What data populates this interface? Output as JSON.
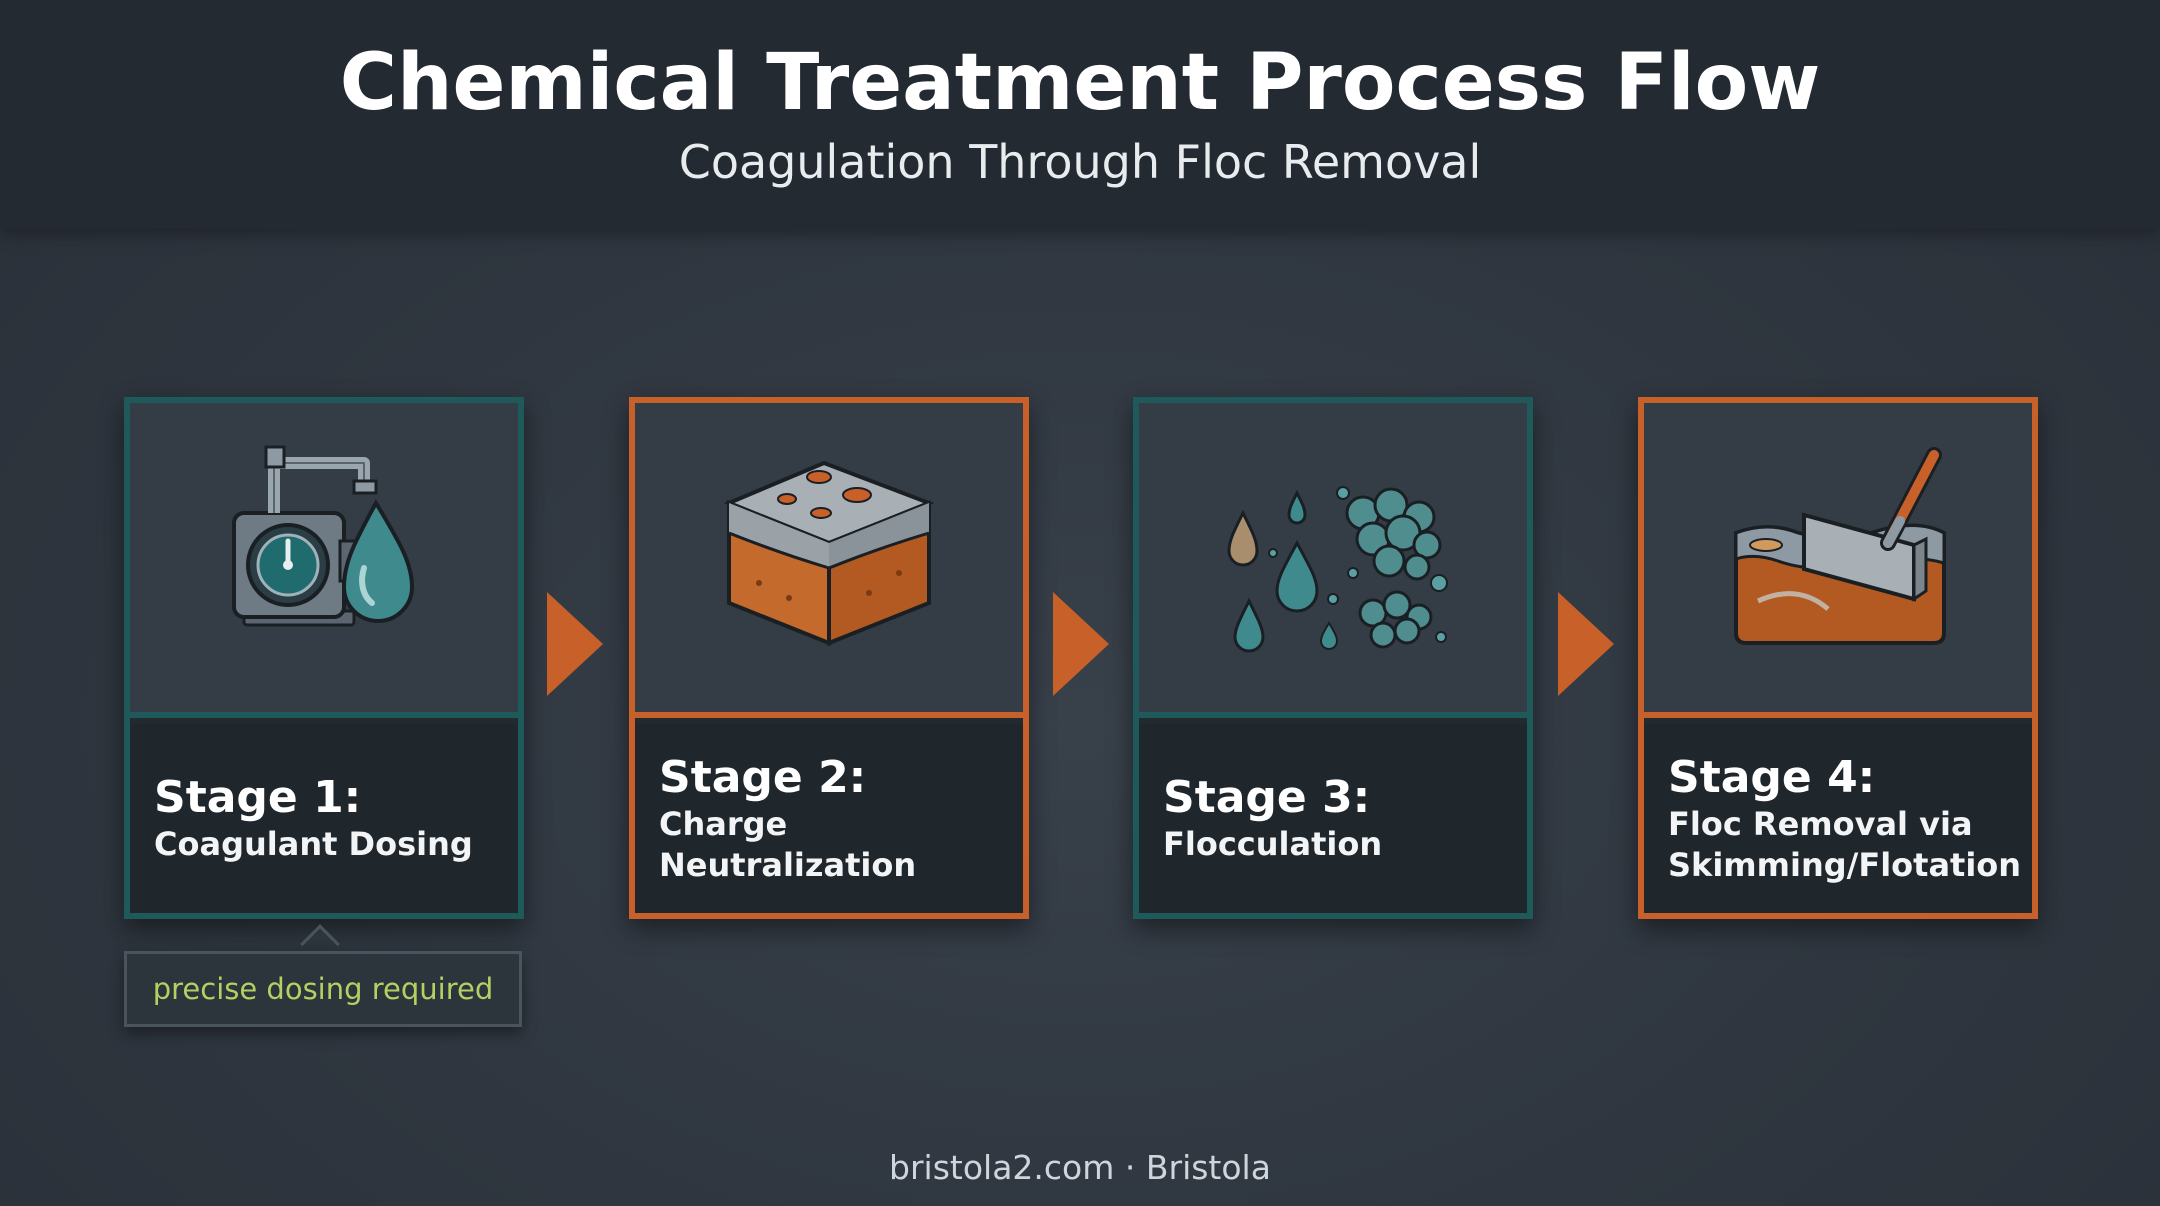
{
  "header": {
    "title": "Chemical Treatment Process Flow",
    "subtitle": "Coagulation Through Floc Removal"
  },
  "stages": [
    {
      "title": "Stage 1:",
      "description": "Coagulant Dosing",
      "icon": "dosing-pump-icon",
      "accent": "#1f5a5a"
    },
    {
      "title": "Stage 2:",
      "description": "Charge Neutralization",
      "icon": "layered-block-icon",
      "accent": "#c8602a"
    },
    {
      "title": "Stage 3:",
      "description": "Flocculation",
      "icon": "droplets-clusters-icon",
      "accent": "#1f5a5a"
    },
    {
      "title": "Stage 4:",
      "description": "Floc Removal via Skimming/Flotation",
      "icon": "skimmer-icon",
      "accent": "#c8602a"
    }
  ],
  "note": {
    "text": "precise dosing required",
    "color": "#b5cf62"
  },
  "footer": {
    "text": "bristola2.com · Bristola"
  },
  "colors": {
    "teal": "#1f5a5a",
    "orange": "#c8602a",
    "background": "#2f363f",
    "header": "#232a31"
  }
}
